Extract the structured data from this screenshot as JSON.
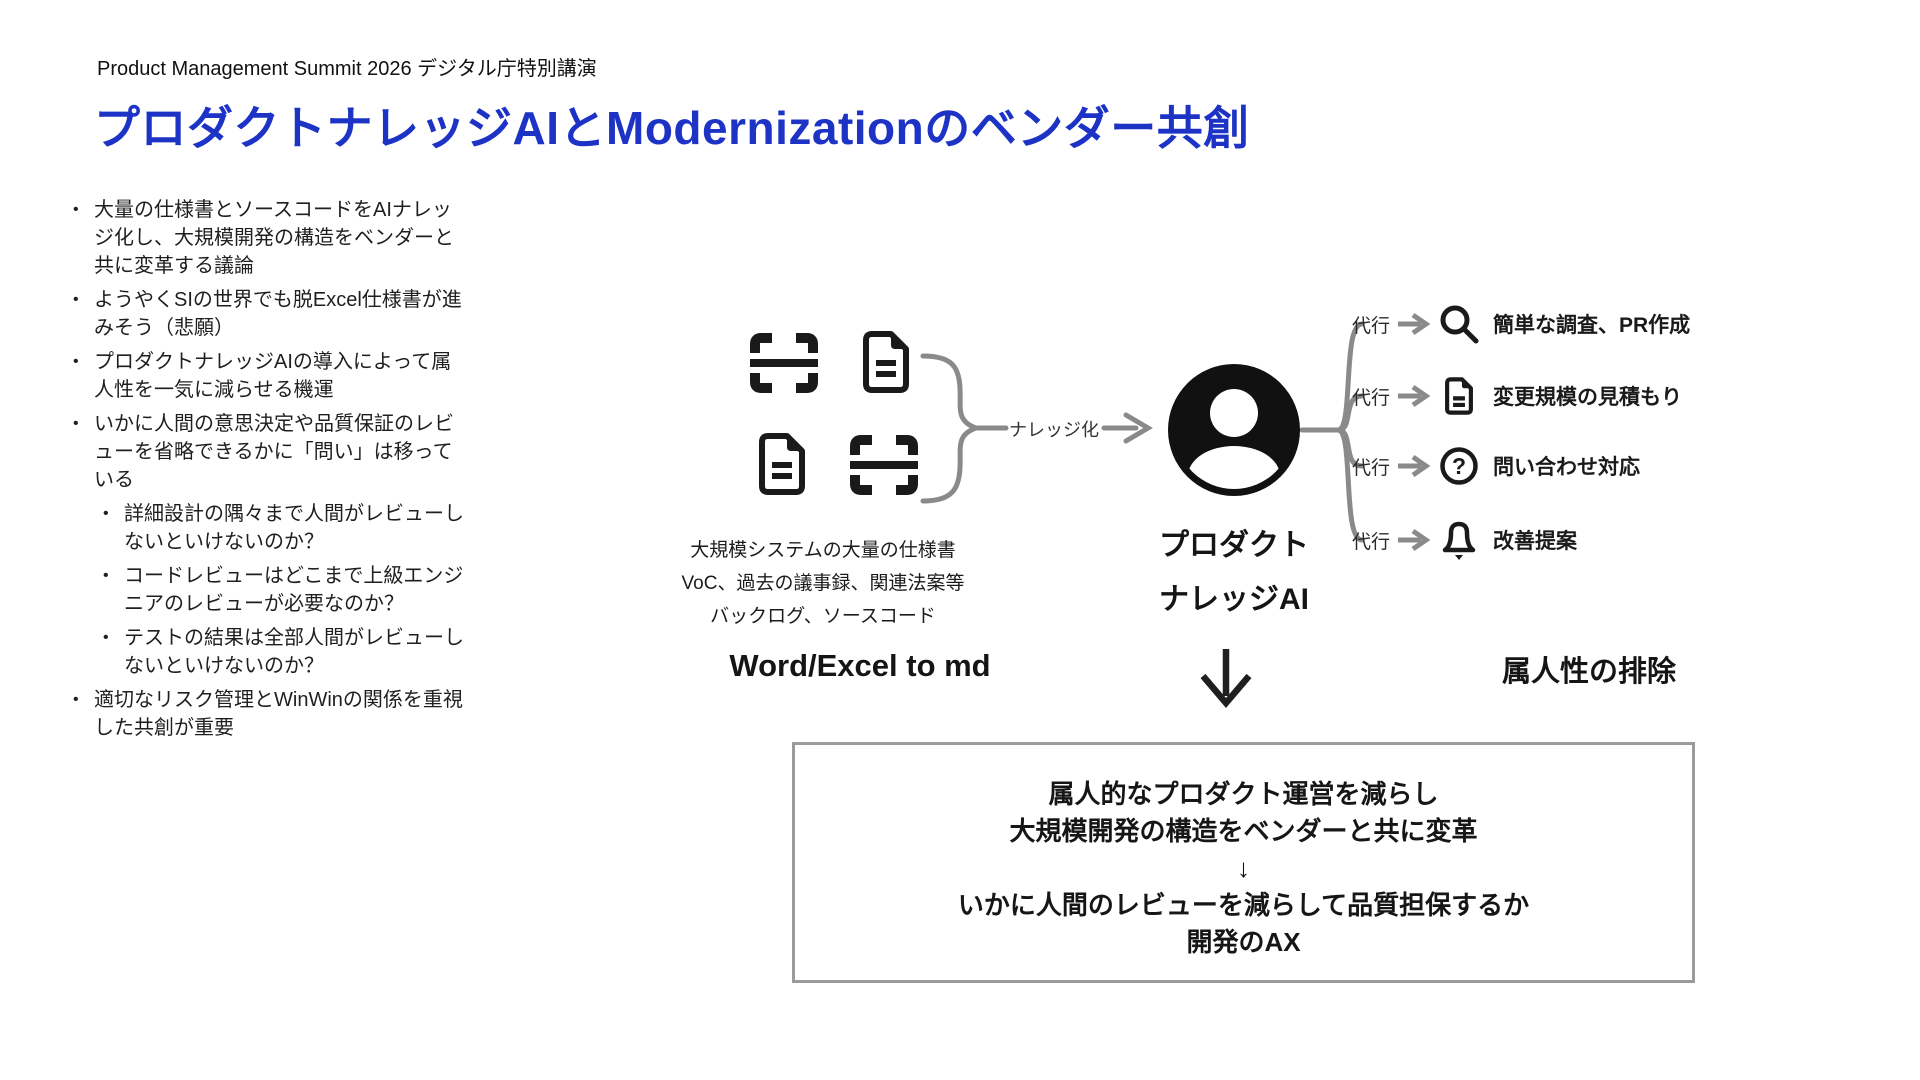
{
  "header": {
    "event": "Product Management Summit 2026 デジタル庁特別講演"
  },
  "title": "プロダクトナレッジAIとModernizationのベンダー共創",
  "colors": {
    "title_blue": "#1d33c6",
    "connector_gray": "#8a8a8a",
    "box_border_gray": "#9b9b9b",
    "text_black": "#1a1a1a"
  },
  "left_notes": {
    "items": [
      {
        "level": 1,
        "text": "大量の仕様書とソースコードをAIナレッジ化し、大規模開発の構造をベンダーと共に変革する議論"
      },
      {
        "level": 1,
        "text": "ようやくSIの世界でも脱Excel仕様書が進みそう（悲願）"
      },
      {
        "level": 1,
        "text": "プロダクトナレッジAIの導入によって属人性を一気に減らせる機運"
      },
      {
        "level": 1,
        "text": "いかに人間の意思決定や品質保証のレビューを省略できるかに「問い」は移っている"
      },
      {
        "level": 2,
        "text": "詳細設計の隅々まで人間がレビューしないといけないのか？"
      },
      {
        "level": 2,
        "text": "コードレビューはどこまで上級エンジニアのレビューが必要なのか？"
      },
      {
        "level": 2,
        "text": "テストの結果は全部人間がレビューしないといけないのか？"
      },
      {
        "level": 1,
        "text": "適切なリスク管理とWinWinの関係を重視した共創が重要"
      }
    ]
  },
  "diagram": {
    "sources": {
      "icons": [
        "scan-icon",
        "document-icon",
        "document-icon",
        "scan-icon"
      ],
      "caption_lines": [
        "大規模システムの大量の仕様書",
        "VoC、過去の議事録、関連法案等",
        "バックログ、ソースコード"
      ],
      "tool_note": "Word/Excel to md"
    },
    "knowledge_label": "ナレッジ化",
    "ai": {
      "icon": "person-avatar-icon",
      "line1": "プロダクト",
      "line2": "ナレッジAI"
    },
    "delegation_label": "代行",
    "outputs": [
      {
        "icon": "search-icon",
        "label": "簡単な調査、PR作成"
      },
      {
        "icon": "document-icon",
        "label": "変更規模の見積もり"
      },
      {
        "icon": "question-icon",
        "label": "問い合わせ対応"
      },
      {
        "icon": "bell-icon",
        "label": "改善提案"
      }
    ],
    "outcome_note": "属人性の排除"
  },
  "summary_box": {
    "lines": [
      "属人的なプロダクト運営を減らし",
      "大規模開発の構造をベンダーと共に変革",
      "↓",
      "いかに人間のレビューを減らして品質担保するか",
      "開発のAX"
    ]
  }
}
